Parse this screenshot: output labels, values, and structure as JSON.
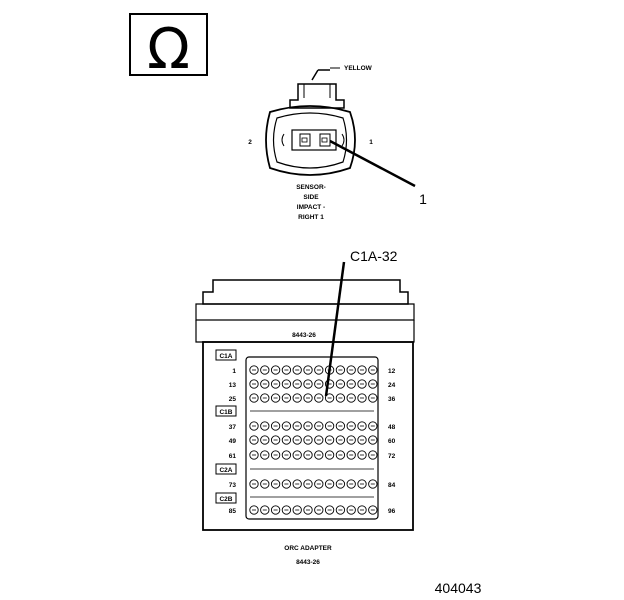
{
  "symbol": {
    "icon": "ohm-symbol-icon",
    "glyph": "Ω"
  },
  "connector": {
    "wire_color": "YELLOW",
    "pin_left": "2",
    "pin_right": "1",
    "caption": [
      "SENSOR-",
      "SIDE",
      "IMPACT -",
      "RIGHT 1"
    ],
    "callout": "1"
  },
  "adapter": {
    "part_top": "8443-26",
    "callout": "C1A-32",
    "caption": "ORC ADAPTER",
    "part_bottom": "8443-26",
    "sections": [
      {
        "name": "C1A",
        "rows": [
          {
            "start": "1",
            "end": "12"
          },
          {
            "start": "13",
            "end": "24"
          },
          {
            "start": "25",
            "end": "36"
          }
        ]
      },
      {
        "name": "C1B",
        "rows": [
          {
            "start": "37",
            "end": "48"
          },
          {
            "start": "49",
            "end": "60"
          },
          {
            "start": "61",
            "end": "72"
          }
        ]
      },
      {
        "name": "C2A",
        "rows": [
          {
            "start": "73",
            "end": "84"
          }
        ]
      },
      {
        "name": "C2B",
        "rows": [
          {
            "start": "85",
            "end": "96"
          }
        ]
      }
    ],
    "probe_pin": "32"
  },
  "figure_number": "404043"
}
